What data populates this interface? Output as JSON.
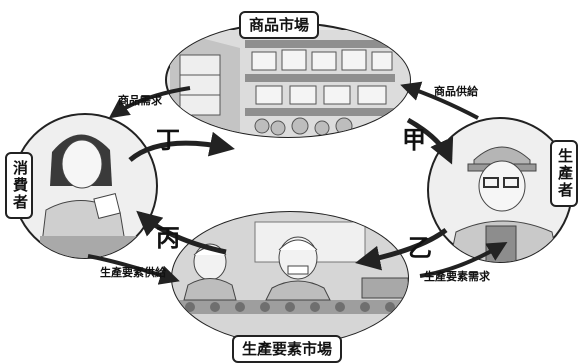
{
  "labels": {
    "goods_market": "商品市場",
    "factor_market": "生產要素市場",
    "consumer": "消費者",
    "producer": "生產者"
  },
  "flows": {
    "goods_demand": "商品需求",
    "goods_supply": "商品供給",
    "factor_supply": "生產要素供給",
    "factor_demand": "生產要素需求"
  },
  "marks": {
    "jia": "甲",
    "yi": "乙",
    "bing": "丙",
    "ding": "丁"
  },
  "colors": {
    "line": "#222222",
    "scene_fill": "#d9d9d9",
    "scene_dark": "#9a9a9a"
  }
}
